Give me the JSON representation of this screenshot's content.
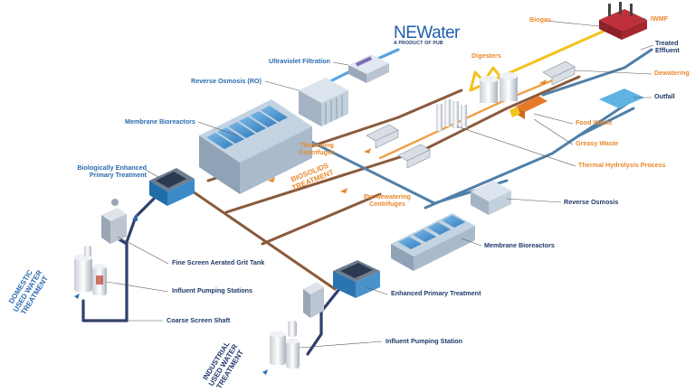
{
  "brand": {
    "logo_text": "NEWater",
    "tagline": "A PRODUCT OF PUB"
  },
  "colors": {
    "accent_blue": "#2b6cb0",
    "navy": "#1f3a6b",
    "sludge_orange": "#e8892d",
    "biogas_yellow": "#f2c21b",
    "treated_water": "#3b8fd0"
  },
  "labels": {
    "ultraviolet_filtration": "Ultraviolet Filtration",
    "reverse_osmosis_ro": "Reverse Osmosis (RO)",
    "membrane_bioreactors_top": "Membrane Bioreactors",
    "bio_enhanced_primary_1": "Biologically Enhanced",
    "bio_enhanced_primary_2": "Primary Treatment",
    "fine_screen_grit_tank": "Fine Screen Aerated Grit Tank",
    "influent_pumping_stations": "Influent Pumping Stations",
    "coarse_screen_shaft": "Coarse Screen Shaft",
    "influent_pumping_station": "Influent Pumping Station",
    "enhanced_primary_treatment": "Enhanced Primary Treatment",
    "membrane_bioreactors_bottom": "Membrane Bioreactors",
    "reverse_osmosis": "Reverse Osmosis",
    "thickening_centrifuges_1": "Thickening",
    "thickening_centrifuges_2": "Centrifuges",
    "pre_dewatering_centrifuges_1": "Pre-dewatering",
    "pre_dewatering_centrifuges_2": "Centrifuges",
    "biosolids_treatment_1": "BIOSOLIDS",
    "biosolids_treatment_2": "TREATMENT",
    "digesters": "Digesters",
    "biogas": "Biogas",
    "iwmf": "IWMF",
    "treated_effluent_1": "Treated",
    "treated_effluent_2": "Effluent",
    "dewatering": "Dewatering",
    "outfall": "Outfall",
    "food_waste": "Food Waste",
    "greasy_waste": "Greasy Waste",
    "thermal_hydrolysis": "Thermal Hydrolysis Process",
    "domestic_1": "DOMESTIC",
    "domestic_2": "USED WATER",
    "domestic_3": "TREATMENT",
    "industrial_1": "INDUSTRIAL",
    "industrial_2": "USED WATER",
    "industrial_3": "TREATMENT"
  }
}
